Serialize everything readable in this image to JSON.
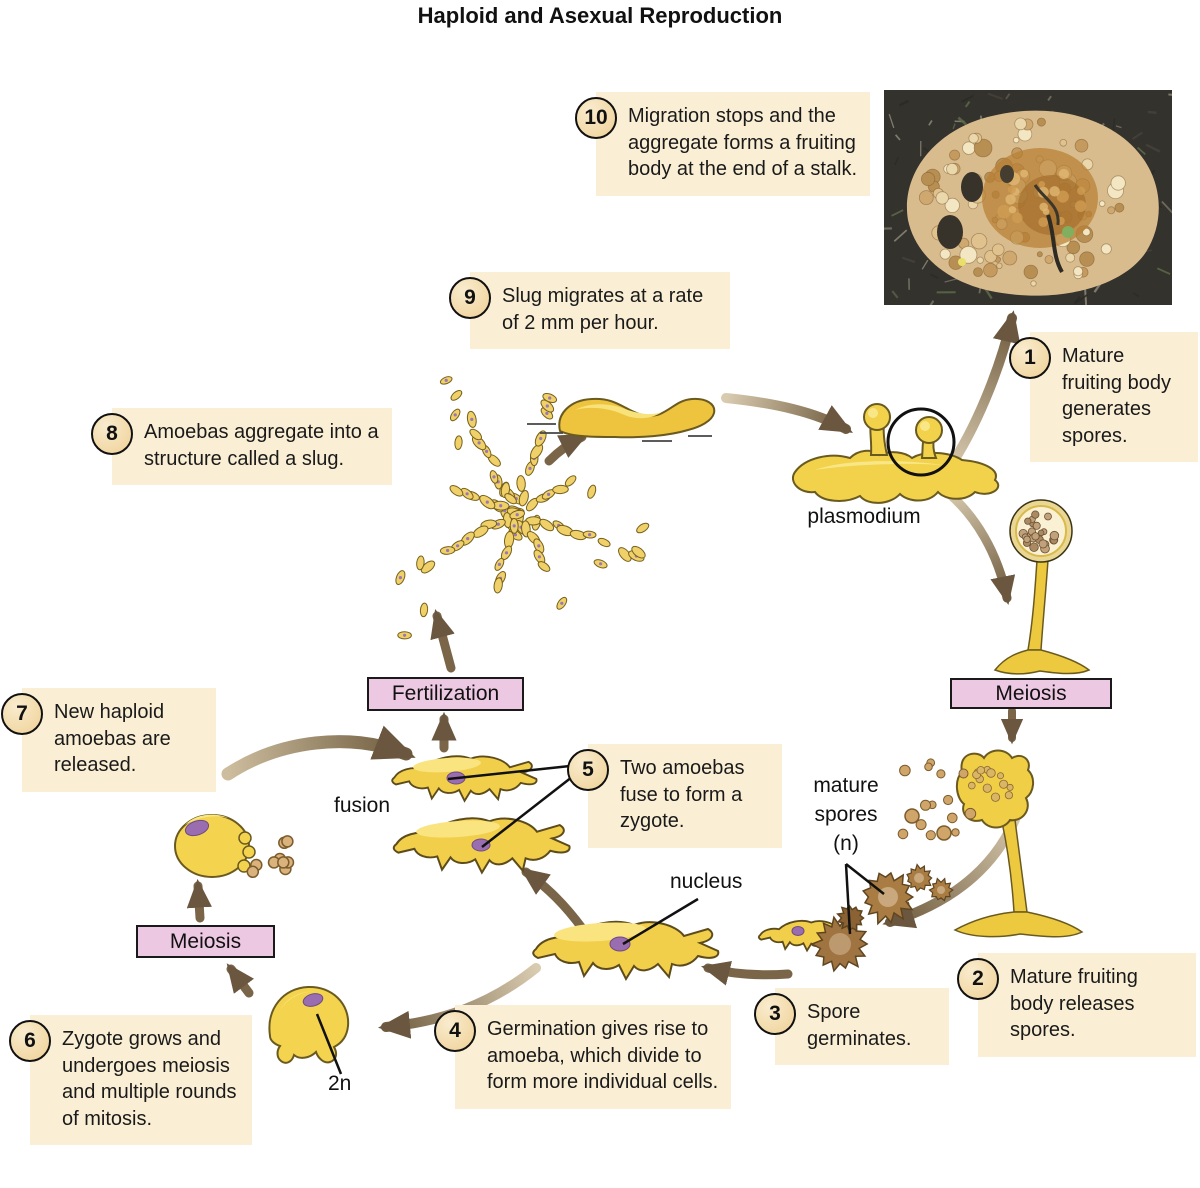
{
  "title": "Haploid and Asexual Reproduction",
  "steps": [
    {
      "num": "1",
      "text": "Mature fruiting body generates spores."
    },
    {
      "num": "2",
      "text": "Mature fruiting body releases spores."
    },
    {
      "num": "3",
      "text": "Spore germinates."
    },
    {
      "num": "4",
      "text": "Germination gives rise to amoeba, which divide to form more individual cells."
    },
    {
      "num": "5",
      "text": "Two amoebas fuse to form a zygote."
    },
    {
      "num": "6",
      "text": "Zygote grows and undergoes meiosis and multiple rounds of mitosis."
    },
    {
      "num": "7",
      "text": "New haploid amoebas are released."
    },
    {
      "num": "8",
      "text": "Amoebas aggregate into a structure called a slug."
    },
    {
      "num": "9",
      "text": "Slug migrates at a rate of 2 mm per hour."
    },
    {
      "num": "10",
      "text": "Migration stops and the aggregate forms a fruiting body at the end of a stalk."
    }
  ],
  "process_boxes": {
    "fertilization": "Fertilization",
    "meiosis_left": "Meiosis",
    "meiosis_right": "Meiosis"
  },
  "labels": {
    "plasmodium": "plasmodium",
    "fusion": "fusion",
    "nucleus": "nucleus",
    "mature_spores": "mature spores (n)",
    "zygote_ploidy": "2n"
  },
  "colors": {
    "note_bg": "#faefd5",
    "badge_bg": "#f0d49a",
    "process_bg": "#edc8e2",
    "arrow_dark": "#6b5740",
    "arrow_light": "#d9cbb0",
    "cell_yellow": "#f2cf4a",
    "cell_highlight": "#f9e787",
    "nucleus_purple": "#9a6cb0",
    "spore_tan": "#d2ab72",
    "spore_brown": "#a87c42",
    "outline": "#1a1a1a"
  }
}
